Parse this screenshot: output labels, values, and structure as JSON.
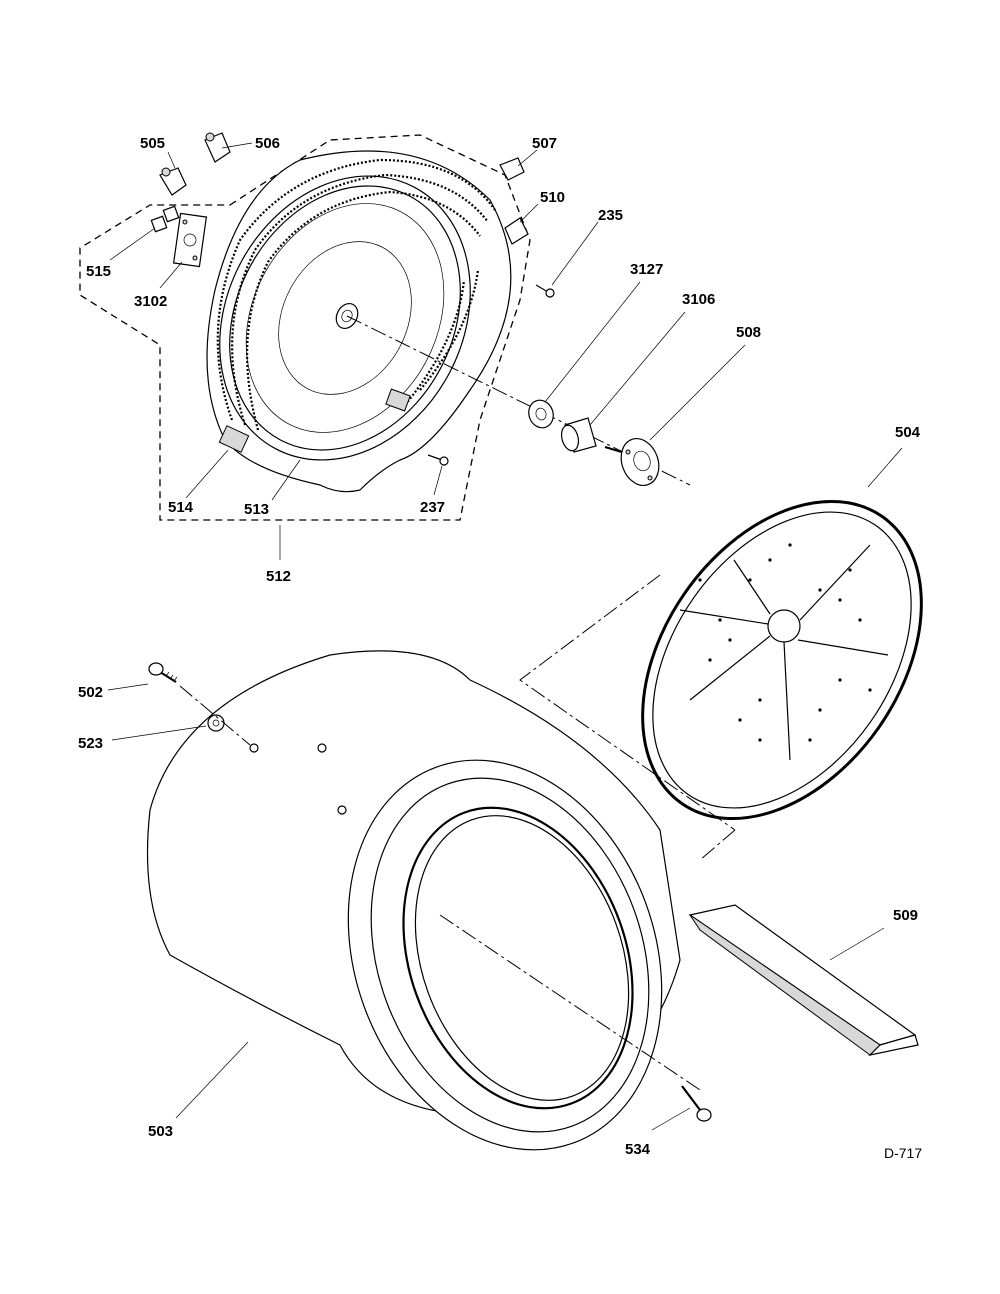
{
  "diagram_code": "D-717",
  "parts": [
    {
      "id": "p505",
      "label": "505"
    },
    {
      "id": "p506",
      "label": "506"
    },
    {
      "id": "p507",
      "label": "507"
    },
    {
      "id": "p510",
      "label": "510"
    },
    {
      "id": "p235",
      "label": "235"
    },
    {
      "id": "p515",
      "label": "515"
    },
    {
      "id": "p3102",
      "label": "3102"
    },
    {
      "id": "p3127",
      "label": "3127"
    },
    {
      "id": "p3106",
      "label": "3106"
    },
    {
      "id": "p508",
      "label": "508"
    },
    {
      "id": "p504",
      "label": "504"
    },
    {
      "id": "p514",
      "label": "514"
    },
    {
      "id": "p513",
      "label": "513"
    },
    {
      "id": "p237",
      "label": "237"
    },
    {
      "id": "p512",
      "label": "512"
    },
    {
      "id": "p502",
      "label": "502"
    },
    {
      "id": "p523",
      "label": "523"
    },
    {
      "id": "p509",
      "label": "509"
    },
    {
      "id": "p503",
      "label": "503"
    },
    {
      "id": "p534",
      "label": "534"
    }
  ]
}
